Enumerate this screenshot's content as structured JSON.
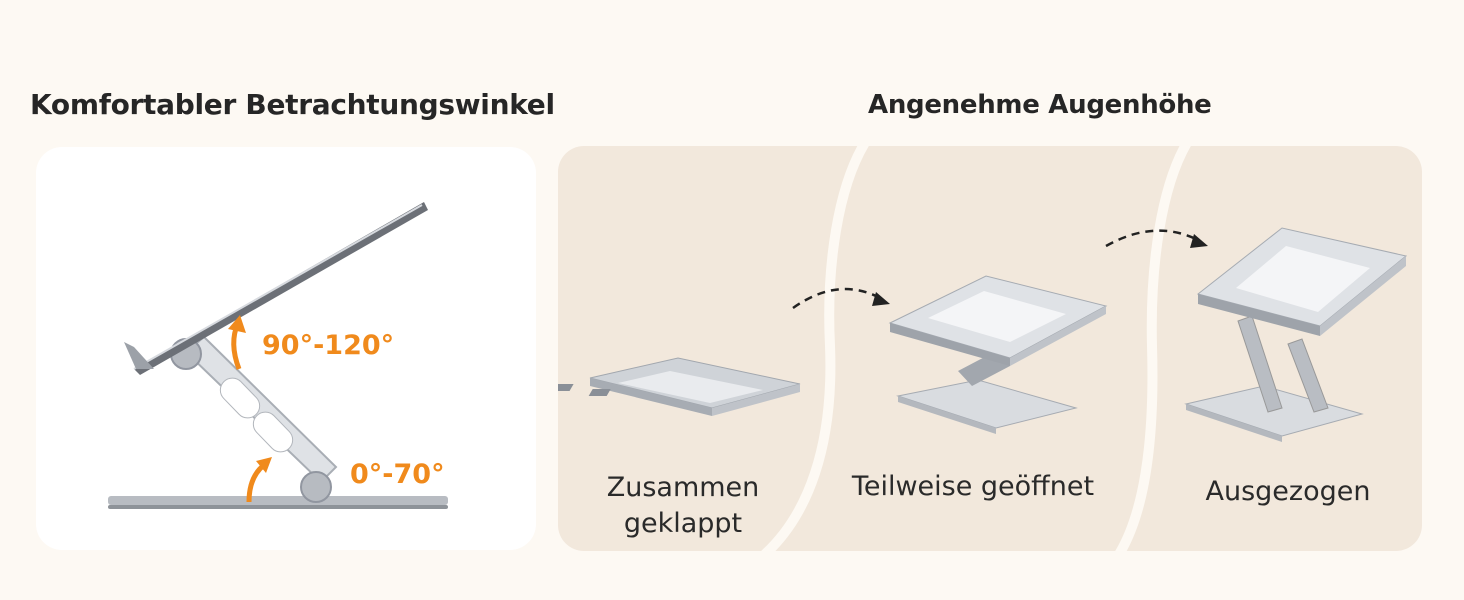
{
  "headings": {
    "left": "Komfortabler Betrachtungswinkel",
    "right": "Angenehme Augenhöhe"
  },
  "angles": {
    "upper": "90°-120°",
    "lower": "0°-70°"
  },
  "stages": [
    {
      "line1": "Zusammen",
      "line2": "geklappt"
    },
    {
      "label": "Teilweise geöffnet"
    },
    {
      "label": "Ausgezogen"
    }
  ],
  "colors": {
    "accent": "#f08a1c",
    "panel_beige": "#f2e8dc",
    "background": "#fdf9f3"
  }
}
